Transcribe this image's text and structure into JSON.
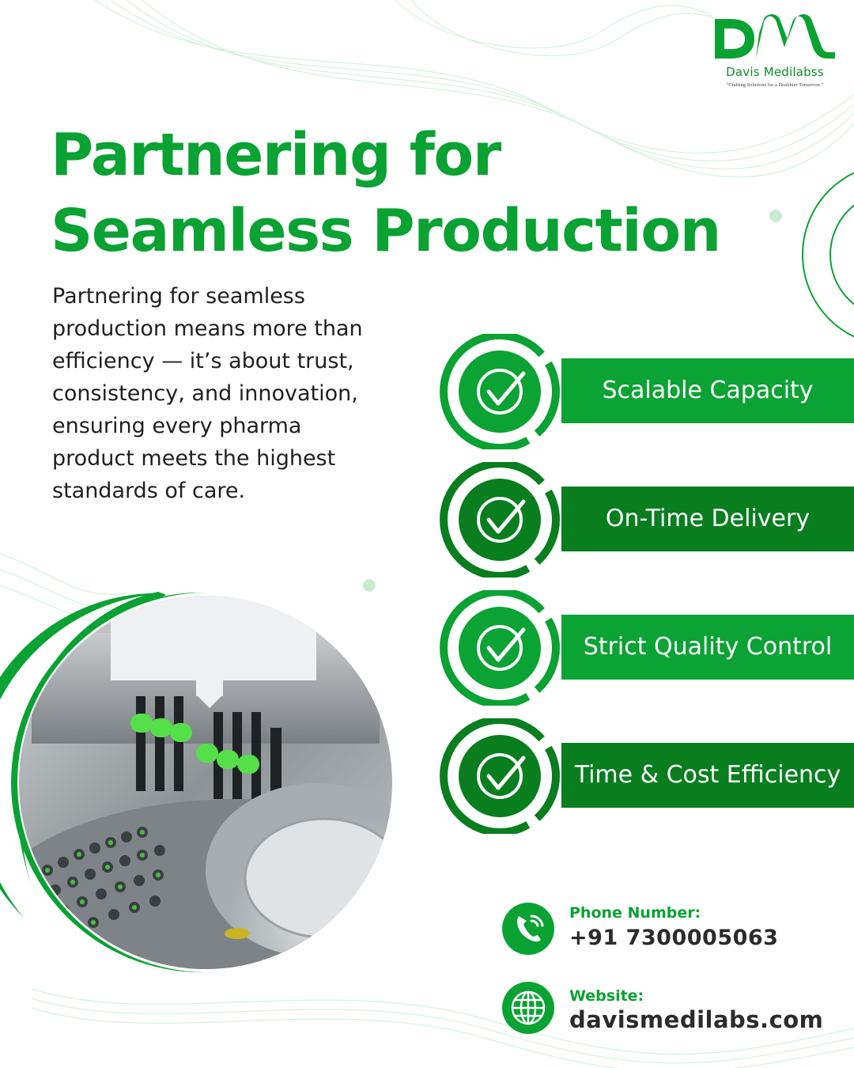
{
  "brand": {
    "logo_letters": "DM",
    "name": "Davis Medilabss",
    "tagline": "\"Crafting Solutions for a Healthier Tomorrow.\"",
    "primary_color": "#0aa233",
    "dark_color": "#087e1f"
  },
  "headline": {
    "line1": "Partnering for",
    "line2": "Seamless Production"
  },
  "description": {
    "lines": [
      "Partnering for seamless",
      "production means more than",
      "efficiency — it’s about trust,",
      "consistency, and innovation,",
      "ensuring every pharma",
      "product meets the highest",
      "standards of care."
    ]
  },
  "features": [
    {
      "label": "Scalable Capacity",
      "icon": "check-circle-icon"
    },
    {
      "label": "On-Time Delivery",
      "icon": "check-circle-icon"
    },
    {
      "label": "Strict Quality Control",
      "icon": "check-circle-icon"
    },
    {
      "label": "Time & Cost Efficiency",
      "icon": "check-circle-icon"
    }
  ],
  "contact": {
    "phone": {
      "title": "Phone Number:",
      "value": "+91 7300005063",
      "icon": "phone-icon"
    },
    "website": {
      "title": "Website:",
      "value": "davismedilabs.com",
      "icon": "globe-icon"
    }
  }
}
